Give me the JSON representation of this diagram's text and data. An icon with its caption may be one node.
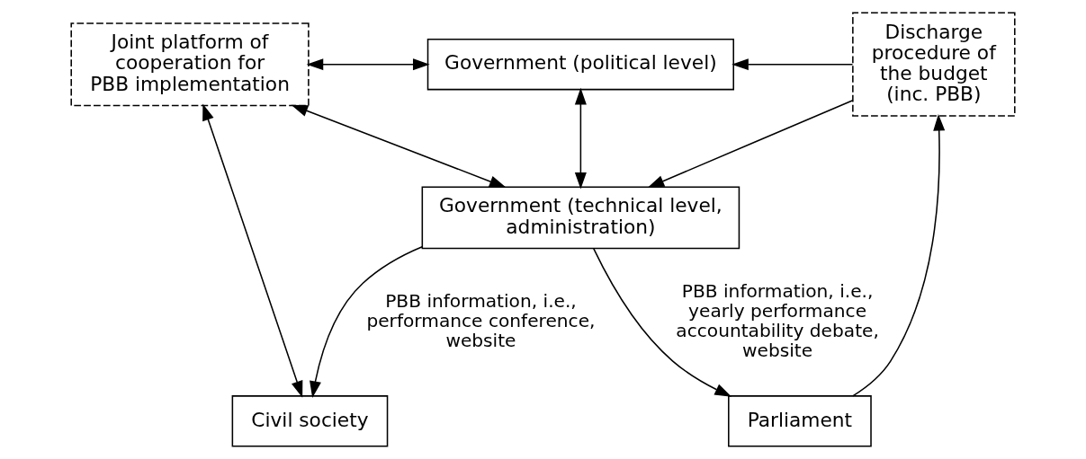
{
  "diagram": {
    "nodes": [
      {
        "text": [
          "Joint platform of cooperation for PBB implementation"
        ]
      },
      {
        "text": [
          "Government (political level)"
        ]
      },
      {
        "text": [
          "Government (technical level, administration)"
        ]
      },
      {
        "text": [
          "Discharge procedure of the budget (inc. PBB)"
        ]
      },
      {
        "text": [
          "Civil society"
        ]
      },
      {
        "text": [
          "Parliament"
        ]
      }
    ],
    "edges": [
      {
        "from": 0,
        "to": 1,
        "arrow": "both"
      },
      {
        "from": 0,
        "to": 2,
        "arrow": "both"
      },
      {
        "from": 1,
        "to": 2,
        "arrow": "both"
      },
      {
        "from": 3,
        "to": 1,
        "arrow": "to"
      },
      {
        "from": 3,
        "to": 2,
        "arrow": "to"
      },
      {
        "from": 0,
        "to": 4,
        "arrow": "both"
      },
      {
        "from": 2,
        "to": 4,
        "arrow": "to",
        "label": "PBB information, i.e., performance conference, website"
      },
      {
        "from": 2,
        "to": 5,
        "arrow": "to",
        "label": "PBB information, i.e., yearly performance accountability debate, website"
      },
      {
        "from": 5,
        "to": 3,
        "arrow": "to"
      }
    ]
  }
}
